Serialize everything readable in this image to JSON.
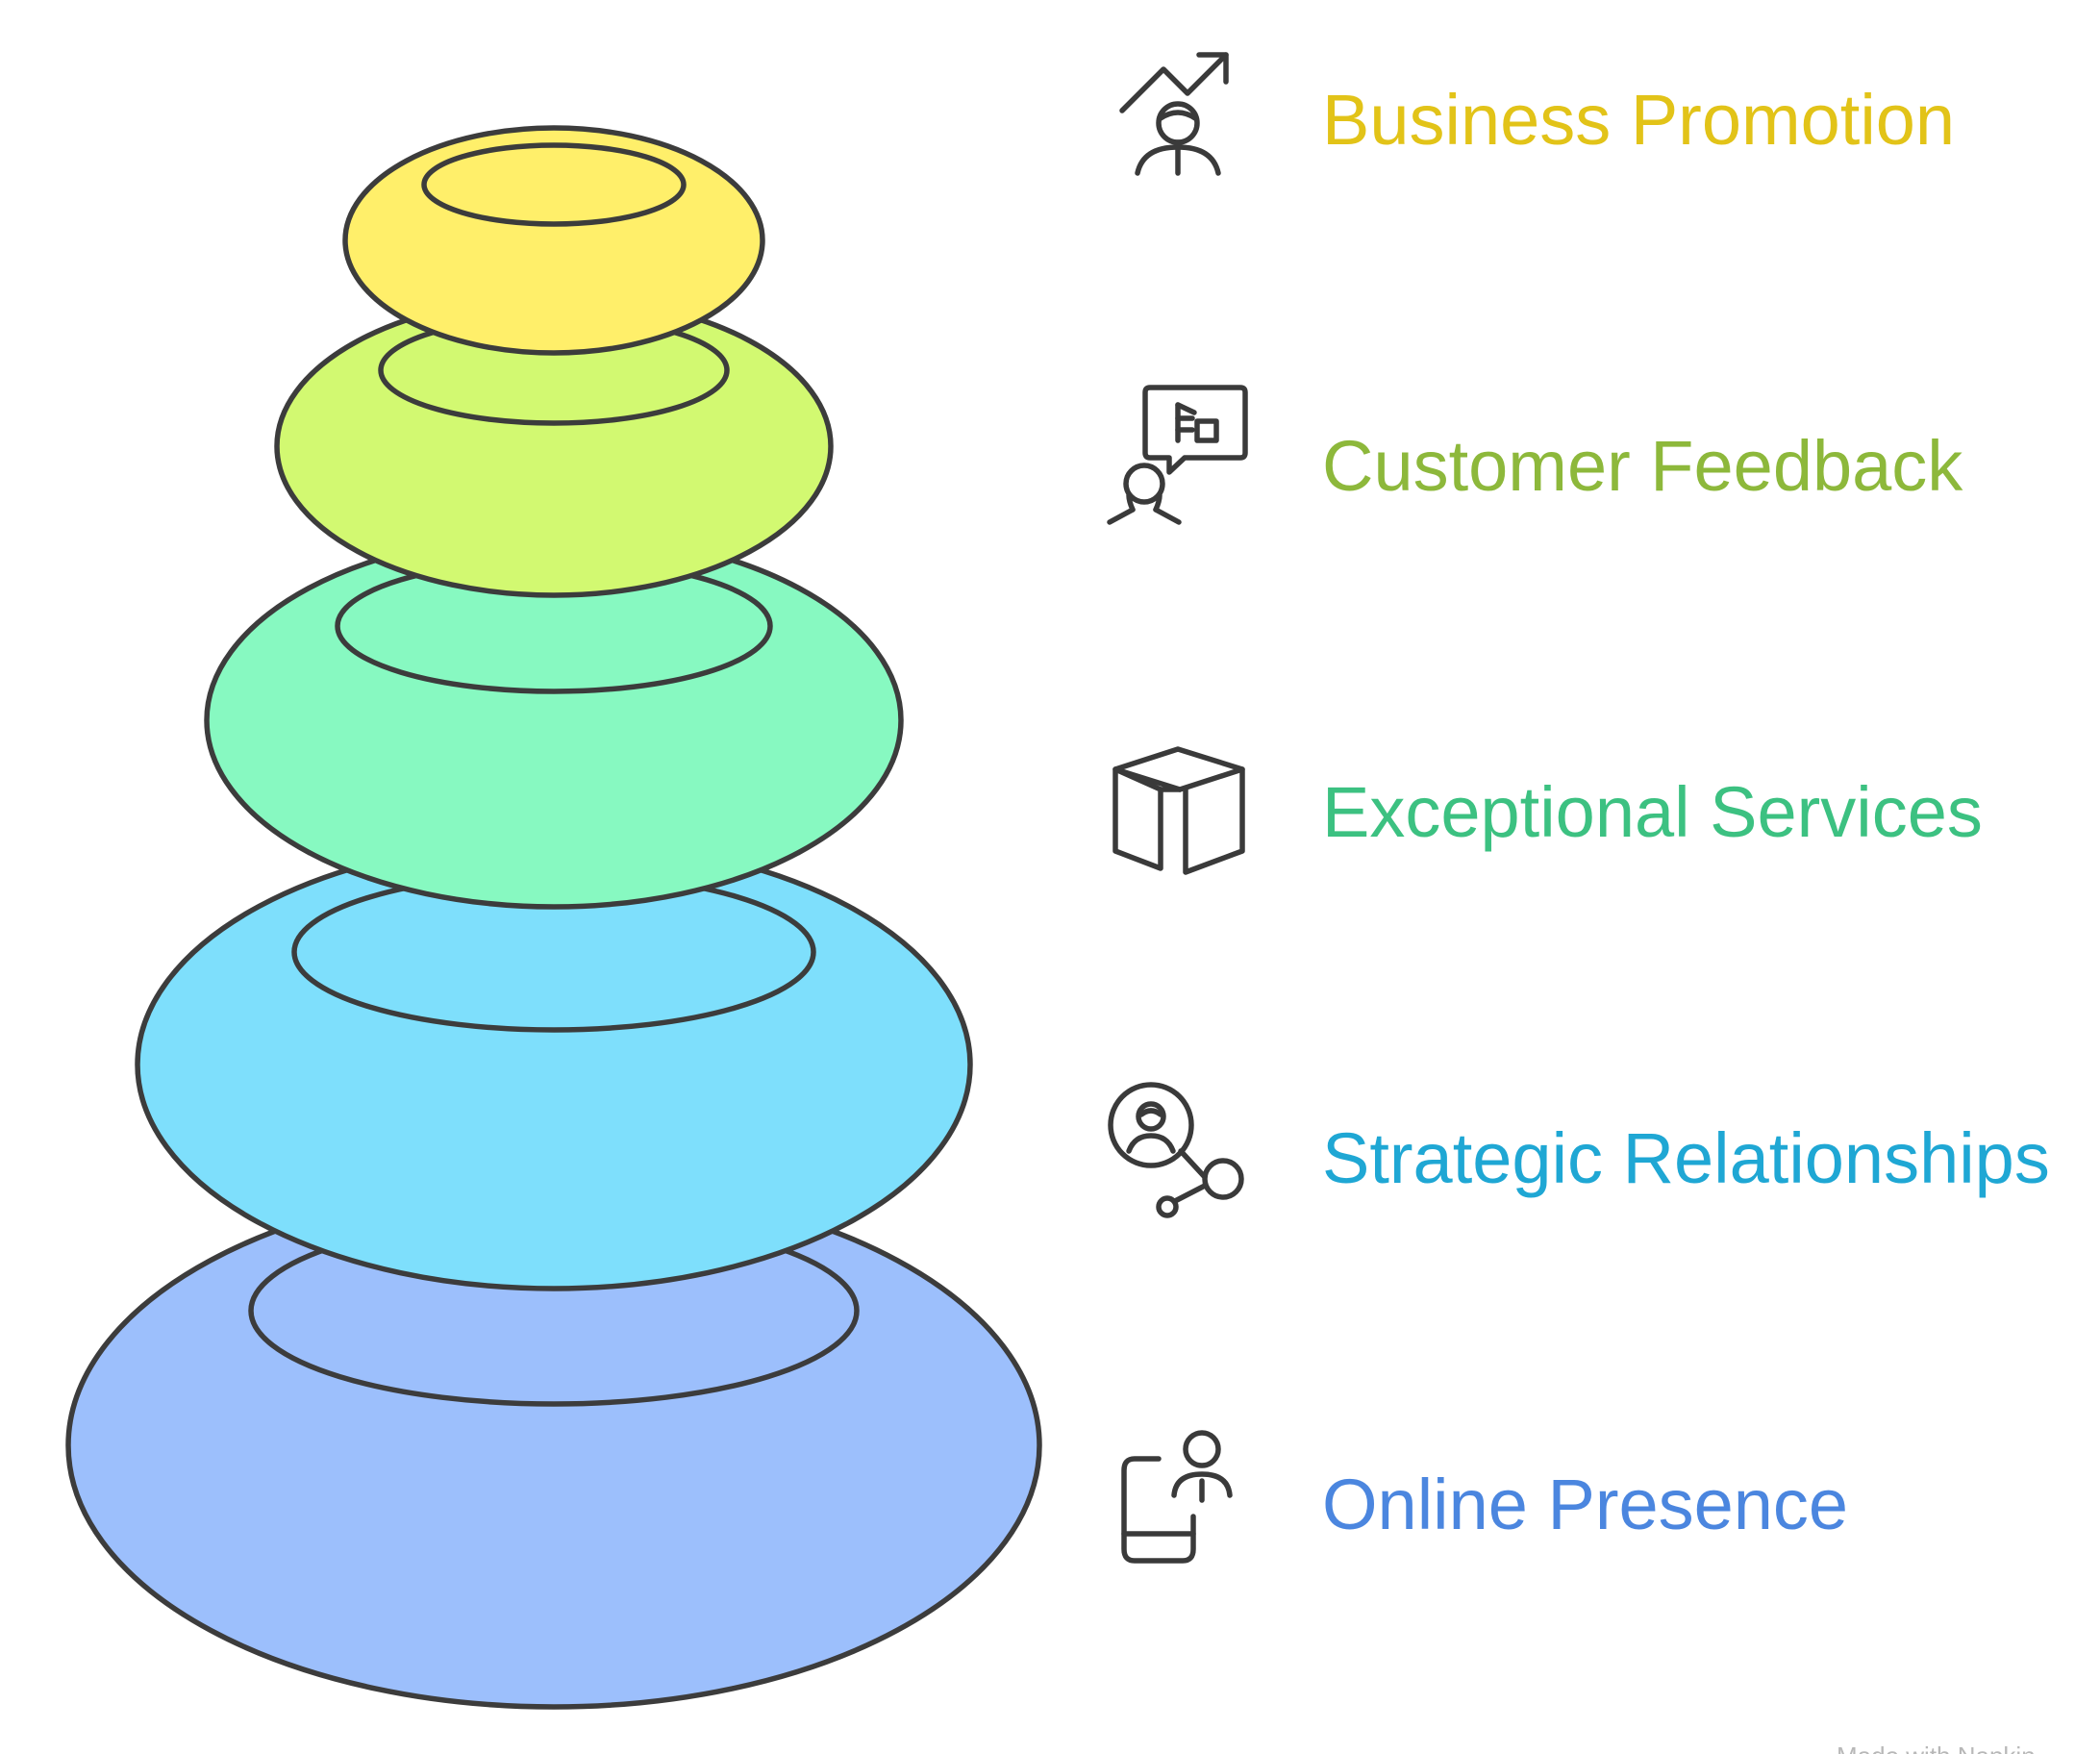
{
  "layers": [
    {
      "label": "Business Promotion",
      "color": "#E2C318",
      "fill": "#FFEF6A",
      "icon": "person-growth-arrow-icon"
    },
    {
      "label": "Customer Feedback",
      "color": "#8DB83B",
      "fill": "#D2F971",
      "icon": "person-speech-bubble-icon"
    },
    {
      "label": "Exceptional Services",
      "color": "#3CC181",
      "fill": "#87F9C1",
      "icon": "open-box-icon"
    },
    {
      "label": "Strategic Relationships",
      "color": "#1FA7D4",
      "fill": "#7EDFFC",
      "icon": "person-network-icon"
    },
    {
      "label": "Online Presence",
      "color": "#4B86DF",
      "fill": "#9CBFFC",
      "icon": "phone-person-icon"
    }
  ],
  "footer": "Made with Napkin"
}
